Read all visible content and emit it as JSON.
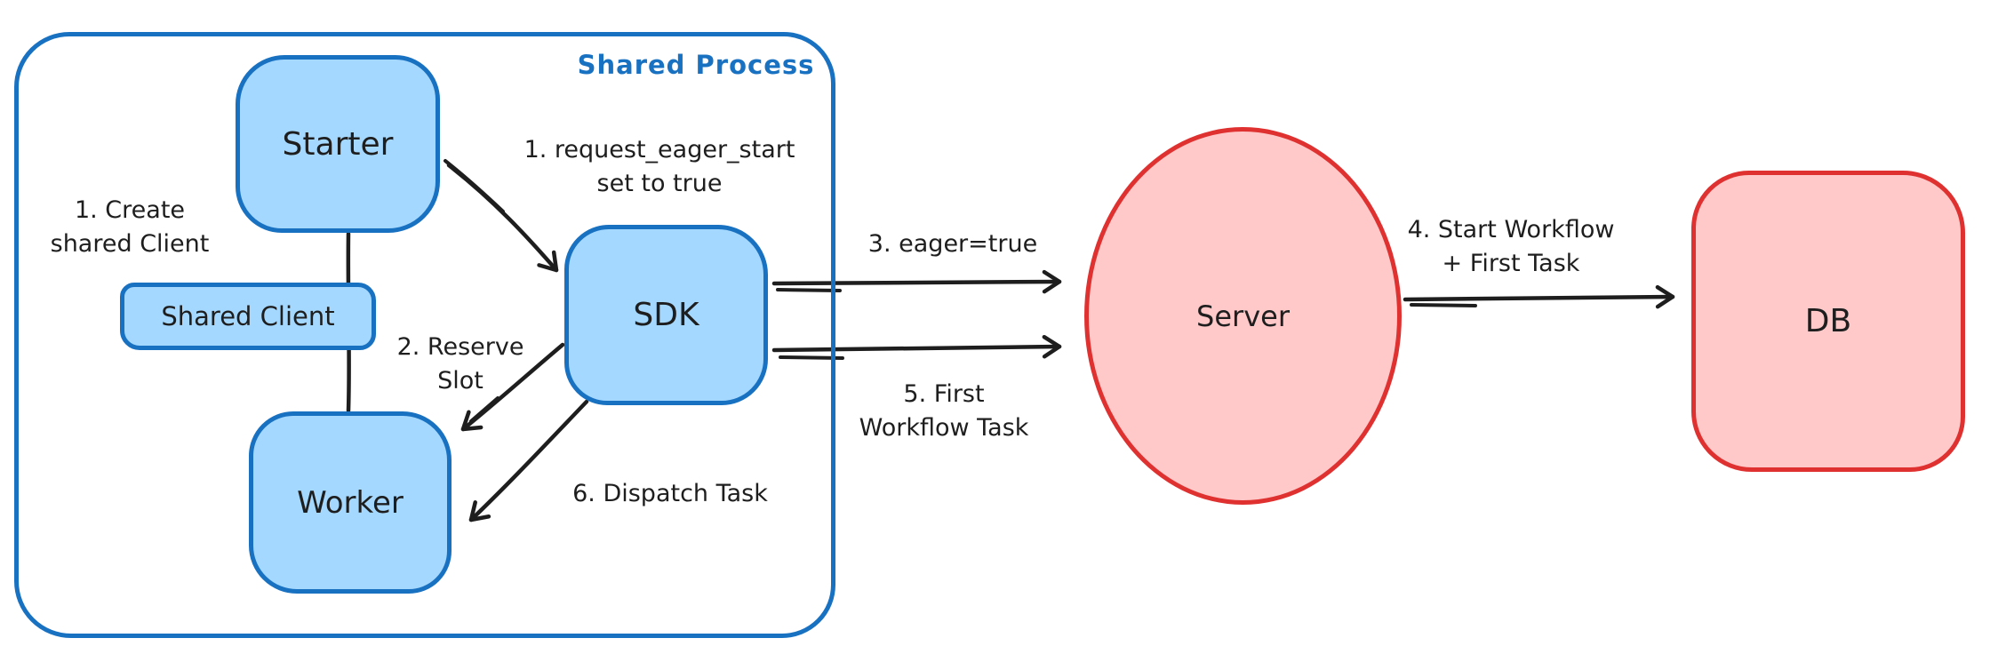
{
  "diagram": {
    "container_label": "Shared Process",
    "nodes": {
      "starter": {
        "label": "Starter",
        "shape": "rounded-rectangle",
        "fill": "#a5d8ff",
        "stroke": "#1971c2"
      },
      "shared_client": {
        "label": "Shared Client",
        "shape": "rounded-rectangle",
        "fill": "#a5d8ff",
        "stroke": "#1971c2"
      },
      "worker": {
        "label": "Worker",
        "shape": "rounded-rectangle",
        "fill": "#a5d8ff",
        "stroke": "#1971c2"
      },
      "sdk": {
        "label": "SDK",
        "shape": "rounded-rectangle",
        "fill": "#a5d8ff",
        "stroke": "#1971c2"
      },
      "server": {
        "label": "Server",
        "shape": "ellipse",
        "fill": "#ffc9c9",
        "stroke": "#e03131"
      },
      "db": {
        "label": "DB",
        "shape": "rounded-rectangle",
        "fill": "#ffc9c9",
        "stroke": "#e03131"
      }
    },
    "annotations": {
      "create_shared_client": {
        "line1": "1. Create",
        "line2": "shared Client"
      },
      "request_eager_start": {
        "line1": "1. request_eager_start",
        "line2": "set to true"
      },
      "reserve_slot": {
        "line1": "2. Reserve",
        "line2": "Slot"
      },
      "eager_true": {
        "label": "3. eager=true"
      },
      "start_workflow_first_task": {
        "line1": "4. Start Workflow",
        "line2": "+ First Task"
      },
      "first_workflow_task": {
        "line1": "5. First",
        "line2": "Workflow Task"
      },
      "dispatch_task": {
        "label": "6. Dispatch Task"
      }
    },
    "edges": [
      {
        "id": "starter-shared-client-worker",
        "from": "starter",
        "to": "worker",
        "type": "line",
        "label": "1. Create shared Client"
      },
      {
        "id": "starter-to-sdk",
        "from": "starter",
        "to": "sdk",
        "type": "arrow",
        "label": "1. request_eager_start set to true"
      },
      {
        "id": "sdk-to-worker-reserve",
        "from": "sdk",
        "to": "worker",
        "type": "arrow",
        "label": "2. Reserve Slot"
      },
      {
        "id": "sdk-to-server-eager",
        "from": "sdk",
        "to": "server",
        "type": "arrow",
        "label": "3. eager=true"
      },
      {
        "id": "server-to-db",
        "from": "server",
        "to": "db",
        "type": "arrow",
        "label": "4. Start Workflow + First Task"
      },
      {
        "id": "sdk-to-server-first-task",
        "from": "sdk",
        "to": "server",
        "type": "arrow",
        "label": "5. First Workflow Task"
      },
      {
        "id": "sdk-to-worker-dispatch",
        "from": "sdk",
        "to": "worker",
        "type": "arrow",
        "label": "6. Dispatch Task"
      }
    ],
    "colors": {
      "blue_stroke": "#1971c2",
      "blue_fill": "#a5d8ff",
      "red_stroke": "#e03131",
      "red_fill": "#ffc9c9",
      "arrow": "#1e1e1e",
      "text": "#1e1e1e",
      "background": "#ffffff"
    }
  }
}
